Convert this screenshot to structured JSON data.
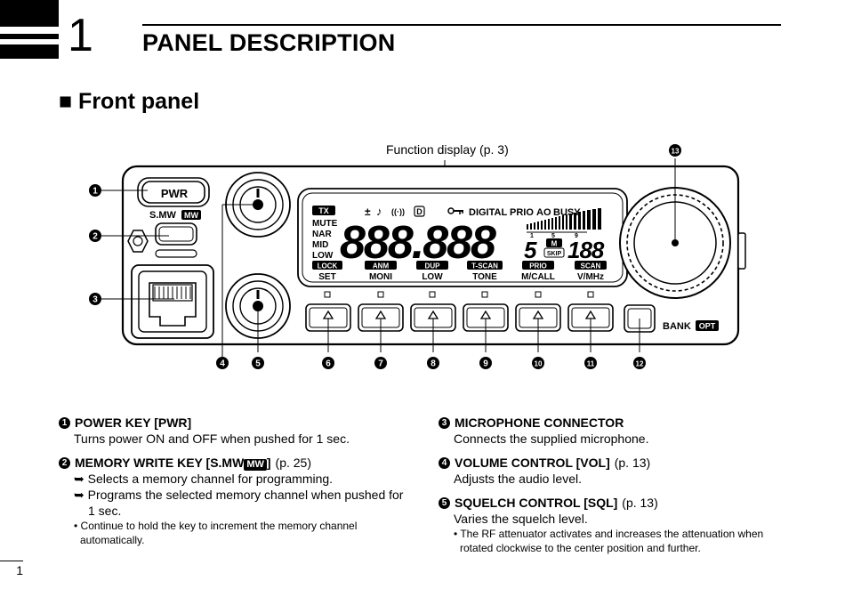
{
  "header": {
    "chapter_number": "1",
    "chapter_title": "PANEL DESCRIPTION",
    "section_title": "■ Front panel"
  },
  "diagram": {
    "function_display_label": "Function display (p. 3)",
    "buttons": {
      "pwr": "PWR",
      "smw": "S.MW",
      "mw": "MW",
      "bank": "BANK",
      "opt": "OPT"
    },
    "lcd": {
      "indicators_top": [
        "TX",
        "±",
        "♪",
        "D",
        "DIGITAL",
        "PRIO",
        "AO",
        "BUSY"
      ],
      "power_levels": [
        "MUTE",
        "NAR",
        "MID",
        "LOW"
      ],
      "main_digits": "888.888",
      "small_digit": "5",
      "channel_digits": "188",
      "m_tag": "M",
      "skip_tag": "SKIP",
      "meter_scale": [
        "1",
        "5",
        "9"
      ]
    },
    "key_labels": [
      {
        "top": "LOCK",
        "bottom": "SET"
      },
      {
        "top": "ANM",
        "bottom": "MONI"
      },
      {
        "top": "DUP",
        "bottom": "LOW"
      },
      {
        "top": "T-SCAN",
        "bottom": "TONE"
      },
      {
        "top": "PRIO",
        "bottom": "M/CALL"
      },
      {
        "top": "SCAN",
        "bottom": "V/MHz"
      }
    ],
    "callouts": [
      "1",
      "2",
      "3",
      "4",
      "5",
      "6",
      "7",
      "8",
      "9",
      "10",
      "11",
      "12",
      "13"
    ]
  },
  "descriptions": {
    "left": [
      {
        "num": "1",
        "title": "POWER KEY [PWR]",
        "body": "Turns power ON and OFF when pushed for 1 sec."
      },
      {
        "num": "2",
        "title_pre": "MEMORY WRITE KEY [S.MW",
        "title_tag": "MW",
        "title_post": "]",
        "ref": "(p. 25)",
        "items": [
          "➥ Selects a memory channel for programming.",
          "➥ Programs the selected memory channel when pushed for 1 sec."
        ],
        "note": "• Continue to hold the key to increment the memory channel automatically."
      }
    ],
    "right": [
      {
        "num": "3",
        "title": "MICROPHONE CONNECTOR",
        "body": "Connects the supplied microphone."
      },
      {
        "num": "4",
        "title": "VOLUME CONTROL [VOL]",
        "ref": "(p. 13)",
        "body": "Adjusts the audio level."
      },
      {
        "num": "5",
        "title": "SQUELCH CONTROL [SQL]",
        "ref": "(p. 13)",
        "body": "Varies the squelch level.",
        "note": "• The RF attenuator activates and increases the attenuation when rotated clockwise to the center position and further."
      }
    ]
  },
  "footer": {
    "page_number": "1"
  }
}
